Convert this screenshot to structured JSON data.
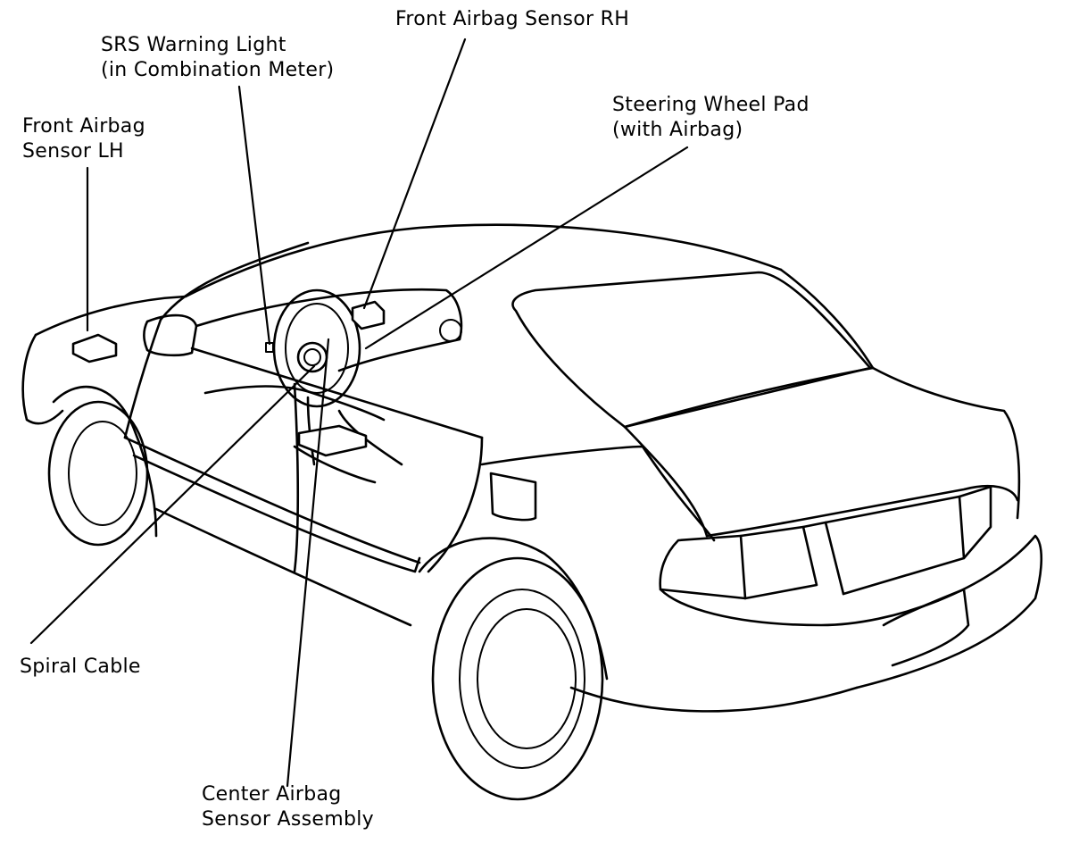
{
  "labels": {
    "sensor_rh": {
      "lines": [
        "Front Airbag Sensor RH"
      ]
    },
    "srs_light": {
      "lines": [
        "SRS Warning Light",
        "(in Combination Meter)"
      ]
    },
    "sensor_lh": {
      "lines": [
        "Front Airbag",
        "Sensor LH"
      ]
    },
    "steering_pad": {
      "lines": [
        "Steering Wheel Pad",
        "(with Airbag)"
      ]
    },
    "spiral_cable": {
      "lines": [
        "Spiral Cable"
      ]
    },
    "center_sensor": {
      "lines": [
        "Center Airbag",
        "Sensor Assembly"
      ]
    }
  },
  "colors": {
    "ink": "#000000",
    "paper": "#ffffff"
  }
}
